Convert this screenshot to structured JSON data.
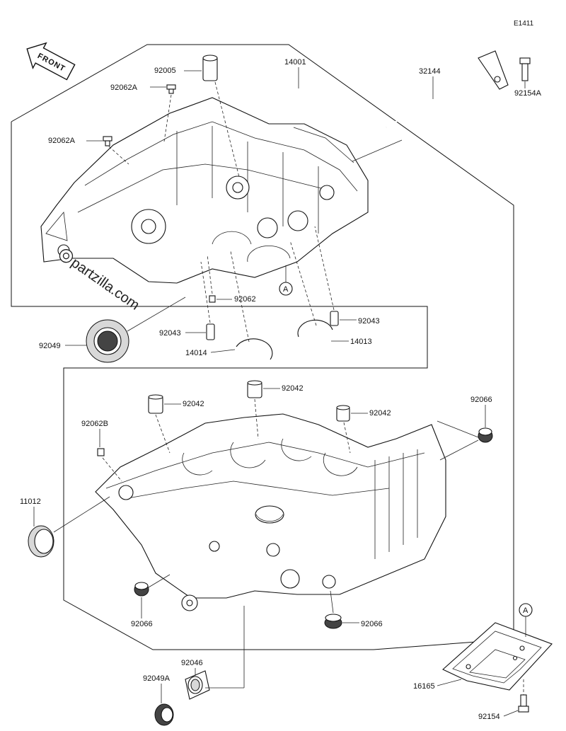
{
  "diagram_code": "E1411",
  "front_label": "FRONT",
  "watermark": "partzilla.com",
  "callout": "A",
  "labels": {
    "l14001": "14001",
    "l92005": "92005",
    "l92062A_1": "92062A",
    "l92062A_2": "92062A",
    "l32144": "32144",
    "l92154A": "92154A",
    "l92062": "92062",
    "l92043_left": "92043",
    "l92043_right": "92043",
    "l92049": "92049",
    "l14014": "14014",
    "l14013": "14013",
    "l92042_1": "92042",
    "l92042_2": "92042",
    "l92042_3": "92042",
    "l92066_top": "92066",
    "l92062B": "92062B",
    "l11012": "11012",
    "l92066_left": "92066",
    "l92066_bottom": "92066",
    "l92046": "92046",
    "l92049A": "92049A",
    "l16165": "16165",
    "l92154": "92154"
  }
}
